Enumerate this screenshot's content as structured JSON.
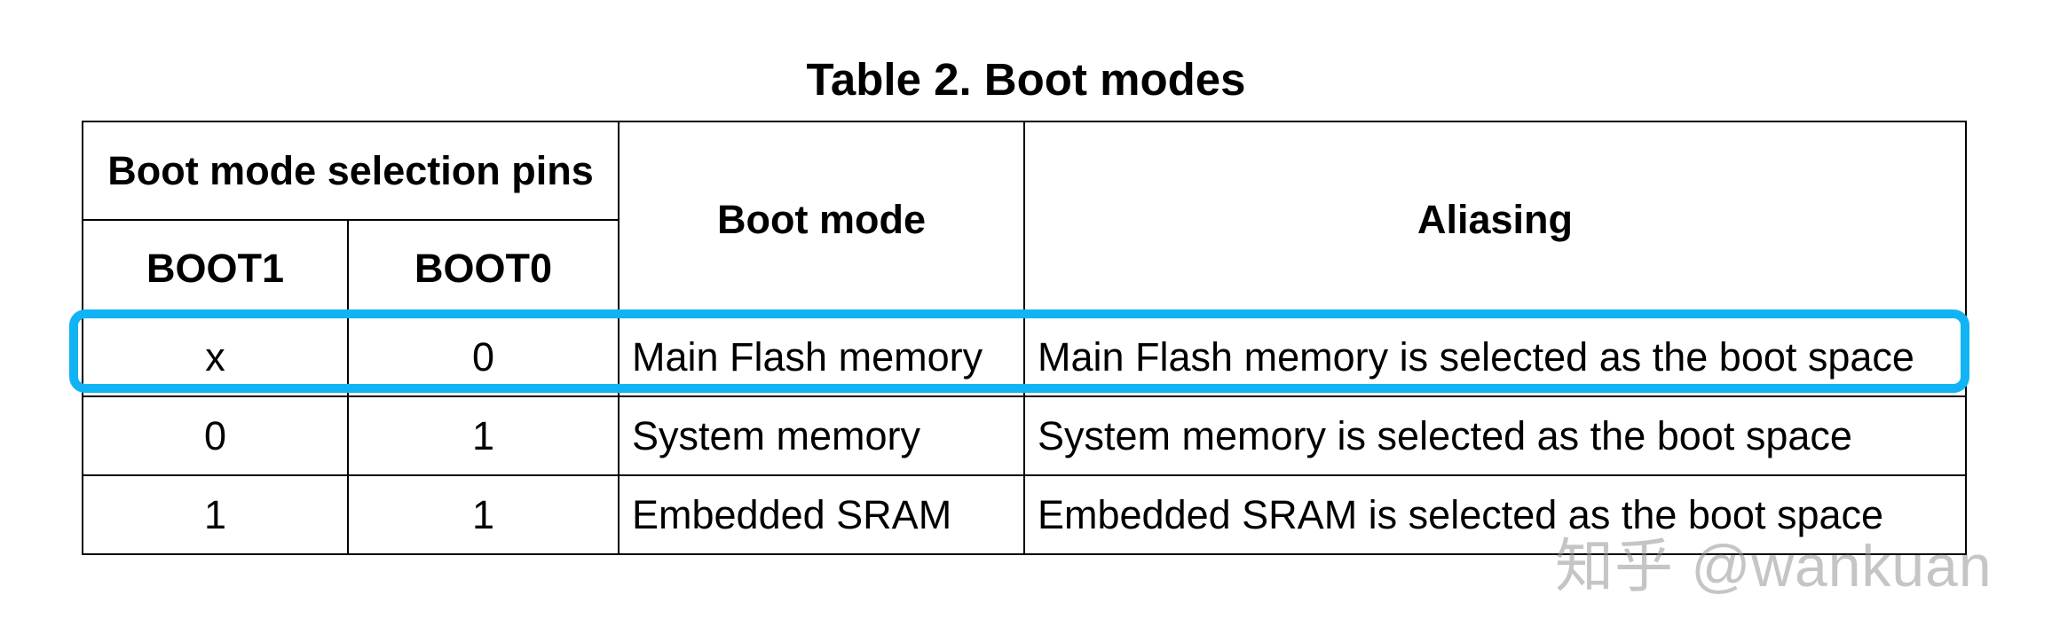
{
  "title": "Table 2. Boot modes",
  "table": {
    "group_header": "Boot mode selection pins",
    "headers": {
      "boot1": "BOOT1",
      "boot0": "BOOT0",
      "boot_mode": "Boot mode",
      "aliasing": "Aliasing"
    },
    "rows": [
      {
        "boot1": "x",
        "boot0": "0",
        "boot_mode": "Main Flash memory",
        "aliasing": "Main Flash memory is selected as the boot space"
      },
      {
        "boot1": "0",
        "boot0": "1",
        "boot_mode": "System memory",
        "aliasing": "System memory is selected as the boot space"
      },
      {
        "boot1": "1",
        "boot0": "1",
        "boot_mode": "Embedded SRAM",
        "aliasing": "Embedded SRAM is selected as the boot space"
      }
    ]
  },
  "highlight_color": "#10b4f4",
  "watermark": "知乎 @wankuan"
}
